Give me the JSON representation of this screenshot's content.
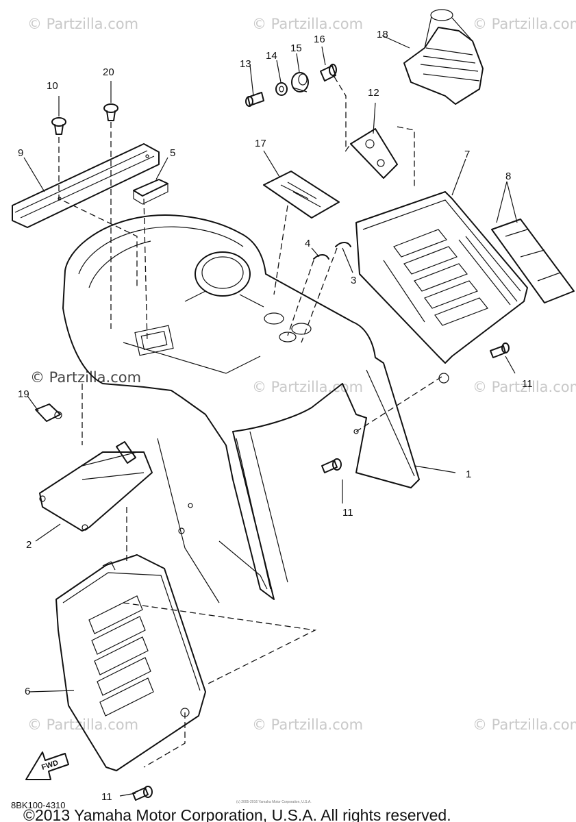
{
  "watermarks": {
    "text": "© Partzilla.com",
    "dark_text": "© Partzilla.com"
  },
  "callouts": {
    "c1": "1",
    "c2": "2",
    "c3": "3",
    "c4": "4",
    "c5": "5",
    "c6": "6",
    "c7": "7",
    "c8": "8",
    "c9": "9",
    "c10": "10",
    "c11a": "11",
    "c11b": "11",
    "c11c": "11",
    "c12": "12",
    "c13": "13",
    "c14": "14",
    "c15": "15",
    "c16": "16",
    "c17": "17",
    "c18": "18",
    "c19": "19",
    "c20": "20"
  },
  "fwd_label": "FWD",
  "diagram_code": "8BK100-4310",
  "small_copyright": "(c) 2005-2016 Yamaha Motor Corporation, U.S.A.",
  "copyright": "©2013 Yamaha Motor Corporation, U.S.A. All rights reserved."
}
